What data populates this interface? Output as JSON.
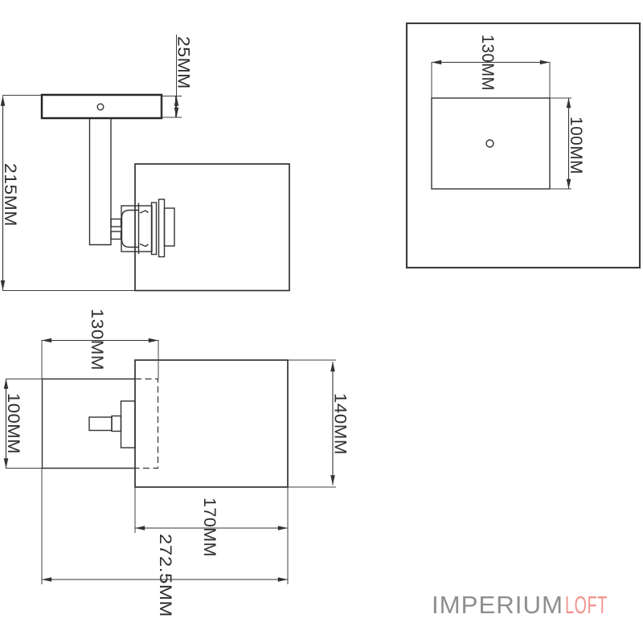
{
  "drawing": {
    "side_view": {
      "height": "215MM",
      "plate_thickness": "25MM"
    },
    "top_view": {
      "plate_width": "130MM",
      "plate_depth": "100MM"
    },
    "front_view": {
      "plate_width": "130MM",
      "plate_height": "100MM",
      "head_height": "140MM",
      "head_length": "170MM",
      "total_depth": "272.5MM"
    },
    "line_color": "#333333"
  },
  "logo": {
    "imperium": "IMPERIUM",
    "loft": "LOFT",
    "imperium_color": "#8e8e90",
    "loft_color": "#f0938d"
  }
}
